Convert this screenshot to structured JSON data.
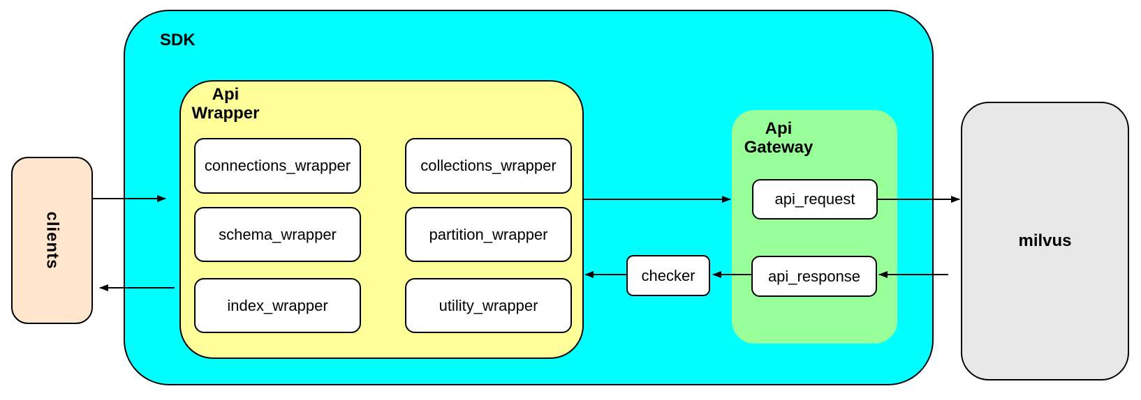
{
  "colors": {
    "sdk_fill": "#00ffff",
    "wrapper_fill": "#ffff99",
    "gateway_fill": "#99ff99",
    "clients_fill": "#ffe6cc",
    "milvus_fill": "#e8e8e8",
    "module_fill": "#ffffff",
    "line": "#000000",
    "text": "#000000"
  },
  "clients": {
    "label": "clients"
  },
  "sdk": {
    "label": "SDK"
  },
  "api_wrapper": {
    "title_lines": [
      "Api",
      "Wrapper"
    ],
    "modules": [
      "connections_wrapper",
      "collections_wrapper",
      "schema_wrapper",
      "partition_wrapper",
      "index_wrapper",
      "utility_wrapper"
    ]
  },
  "checker": {
    "label": "checker"
  },
  "api_gateway": {
    "title_lines": [
      "Api",
      "Gateway"
    ],
    "modules": [
      "api_request",
      "api_response"
    ]
  },
  "milvus": {
    "label": "milvus"
  },
  "arrows": [
    {
      "from": "clients",
      "to": "SDK",
      "direction": "right"
    },
    {
      "from": "Api Wrapper",
      "to": "clients",
      "direction": "left"
    },
    {
      "from": "Api Wrapper",
      "to": "Api Gateway",
      "direction": "right"
    },
    {
      "from": "api_request",
      "to": "milvus",
      "direction": "right"
    },
    {
      "from": "milvus",
      "to": "api_response",
      "direction": "left"
    },
    {
      "from": "api_response",
      "to": "checker",
      "direction": "left"
    },
    {
      "from": "checker",
      "to": "Api Wrapper",
      "direction": "left"
    }
  ]
}
